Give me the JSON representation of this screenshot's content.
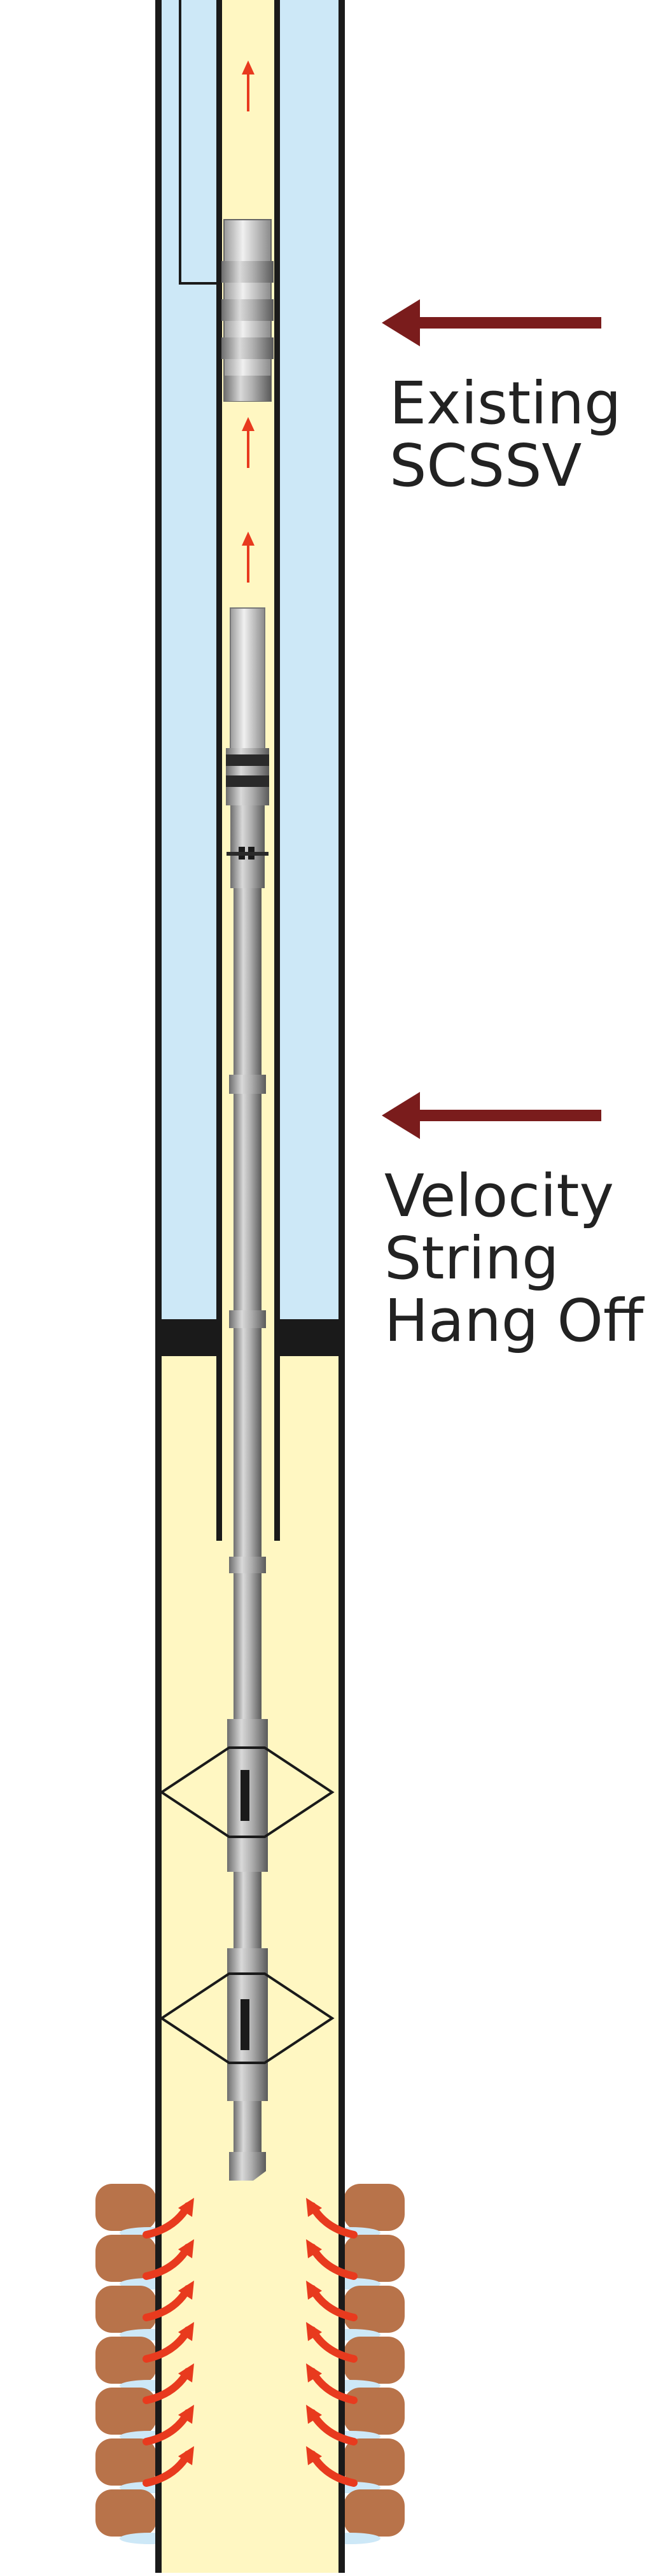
{
  "labels": {
    "existing_scssv": {
      "line1": "Existing",
      "line2": "SCSSV"
    },
    "velocity_string_hang_off": {
      "line1": "Velocity",
      "line2": "String",
      "line3": "Hang Off"
    }
  },
  "colors": {
    "tubing_annulus": "#cde8f7",
    "production_fluid": "#fff7c2",
    "casing_wall": "#1a1a1a",
    "pointer_arrow": "#7a1c1c",
    "flow_arrow": "#e83a1e",
    "formation": "#b8734a",
    "string_steel": "#9a9a9a"
  }
}
